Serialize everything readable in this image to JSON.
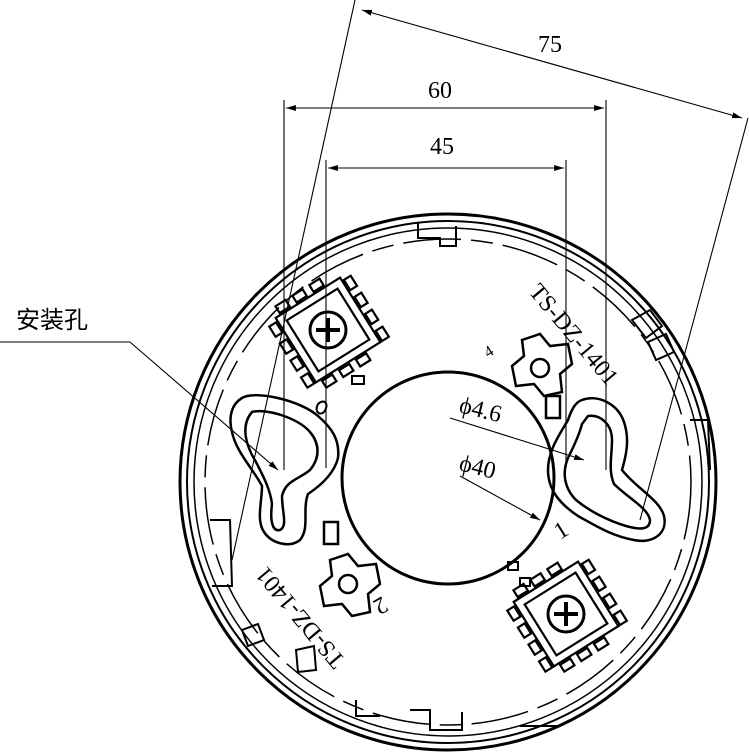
{
  "dimensions": {
    "outer": "75",
    "mount_spacing": "60",
    "terminal_spacing": "45",
    "hole_dia": "ϕ4.6",
    "center_dia": "ϕ40"
  },
  "labels": {
    "mounting_hole": "安装孔",
    "model_top": "TS-DZ-1401",
    "model_bottom": "TS-DZ-1401",
    "terminal_mark_1": "1",
    "terminal_mark_2": "2",
    "terminal_mark_4": "4"
  }
}
